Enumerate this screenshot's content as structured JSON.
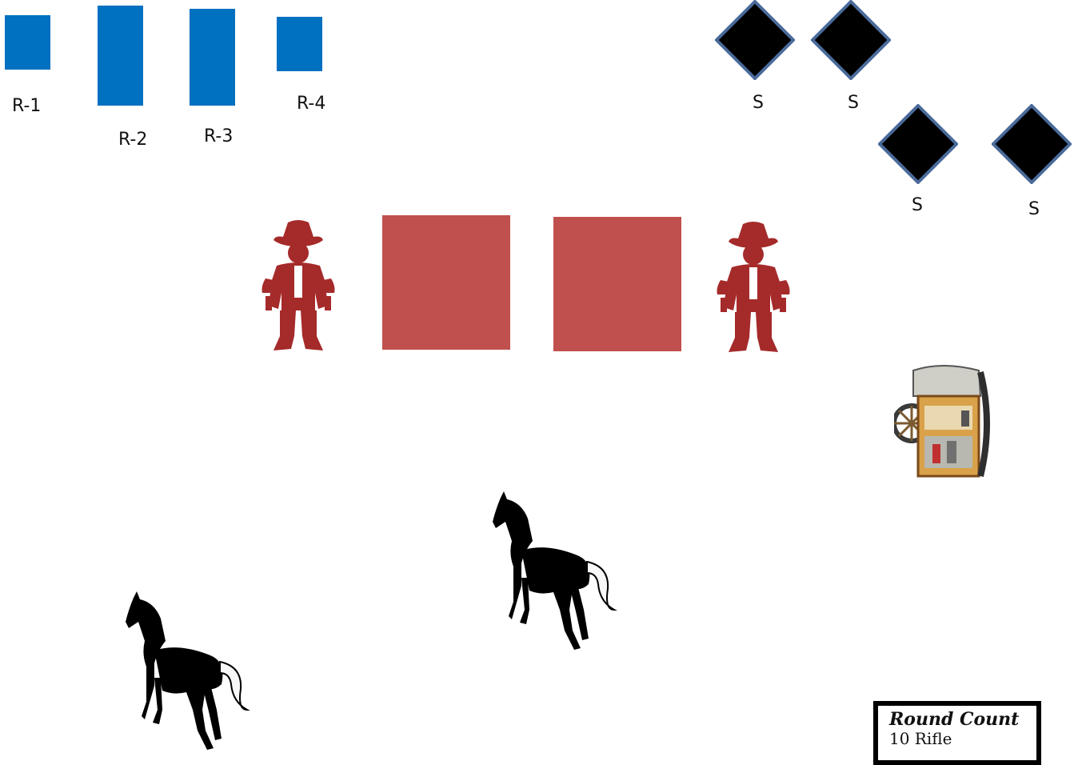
{
  "rifle_targets": [
    {
      "label": "R-1"
    },
    {
      "label": "R-2"
    },
    {
      "label": "R-3"
    },
    {
      "label": "R-4"
    }
  ],
  "shotgun_targets": [
    {
      "label": "S"
    },
    {
      "label": "S"
    },
    {
      "label": "S"
    },
    {
      "label": "S"
    }
  ],
  "round_count": {
    "title": "Round Count",
    "lines": [
      "10 Rifle"
    ]
  },
  "colors": {
    "rifle_target": "#0070c0",
    "shotgun_target_fill": "#000000",
    "shotgun_target_outline": "#4a6a9a",
    "block": "#c0504d",
    "cowboy": "#a52a2a",
    "horse": "#000000"
  },
  "icons": {
    "cowboy": "cowboy-icon",
    "horse": "horse-icon",
    "cart": "chuckwagon-cart-image"
  }
}
